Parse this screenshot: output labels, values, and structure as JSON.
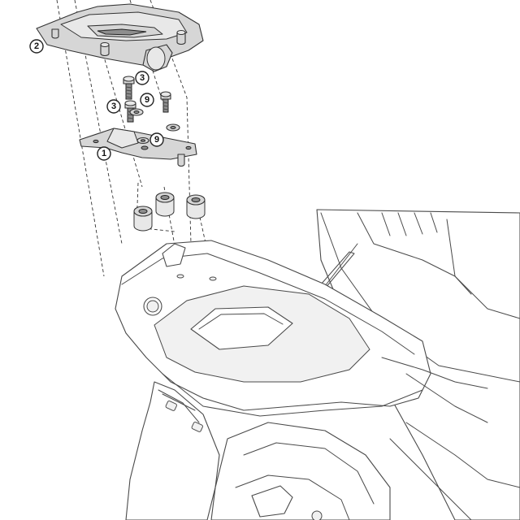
{
  "callouts": {
    "frame_bracket": "1",
    "rack_plate": "2",
    "bolt_upper": "3",
    "bolt_lower": "3",
    "washer_upper": "9",
    "washer_lower": "9"
  },
  "colors": {
    "part_fill": "#d6d6d6",
    "line": "#333333",
    "background": "#ffffff"
  }
}
